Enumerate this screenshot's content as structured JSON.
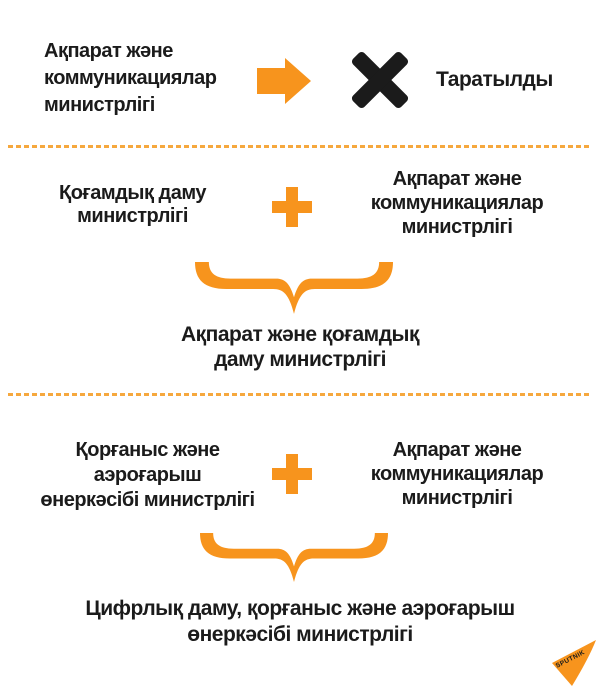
{
  "colors": {
    "accent": "#F7941D",
    "divider": "#F6A83E",
    "text": "#1B1B1B",
    "background": "#FFFFFF"
  },
  "sections": {
    "dissolved": {
      "ministry": "Ақпарат және\nкоммуникациялар\nминистрлігі",
      "status": "Таратылды"
    },
    "merge1": {
      "left": "Қоғамдық даму\nминистрлігі",
      "right": "Ақпарат және\nкоммуникациялар\nминистрлігі",
      "result": "Ақпарат және қоғамдық\nдаму министрлігі"
    },
    "merge2": {
      "left": "Қорғаныс және\nаэроғарыш\nөнеркәсібі министрлігі",
      "right": "Ақпарат және\nкоммуникациялар\nминистрлігі",
      "result": "Цифрлық даму, қорғаныс және аэроғарыш\nөнеркәсібі министрлігі"
    }
  },
  "icons": {
    "arrow": "right-arrow-icon",
    "cross": "dissolved-cross-icon",
    "plus": "merge-plus-icon",
    "brace": "merge-brace-icon",
    "logo": "sputnik-logo"
  },
  "branding": {
    "logo_text": "SPUTNIK"
  }
}
